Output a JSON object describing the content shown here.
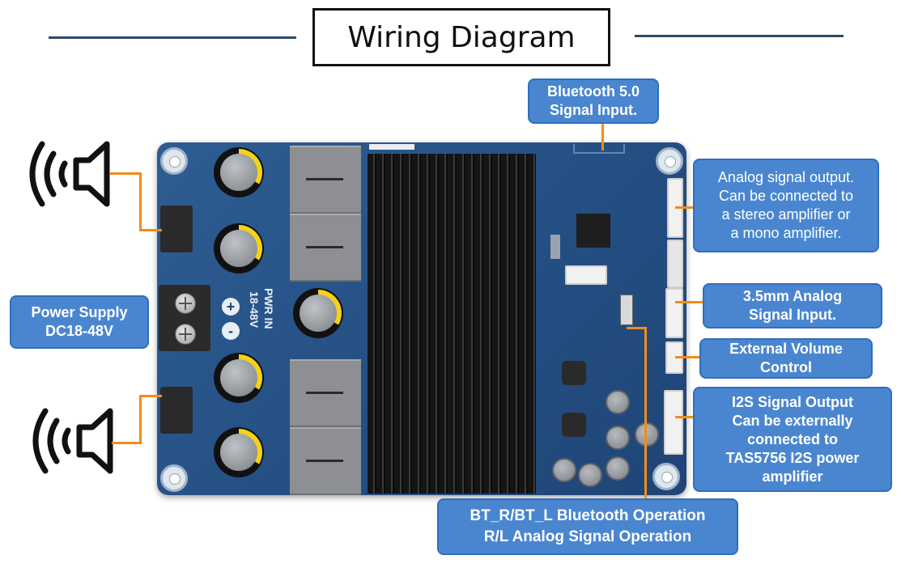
{
  "title": "Wiring Diagram",
  "colors": {
    "callout_fill": "#4a86d0",
    "callout_border": "#2f6fbe",
    "leader_line": "#f28c1a",
    "board_blue": "#244f83",
    "title_rule": "#2d4a66"
  },
  "icons": {
    "speaker_top": "speaker-icon",
    "speaker_bottom": "speaker-icon"
  },
  "board": {
    "power_label_line1": "PWR IN",
    "power_label_line2": "18-48V",
    "plus_sign": "+",
    "minus_sign": "-"
  },
  "callouts": {
    "bluetooth": [
      "Bluetooth 5.0",
      "Signal Input."
    ],
    "analog_output": [
      "Analog signal output.",
      "Can be connected to",
      "a stereo amplifier or",
      "a mono amplifier."
    ],
    "power_supply": [
      "Power Supply",
      "DC18-48V"
    ],
    "analog_input": [
      "3.5mm Analog",
      "Signal Input."
    ],
    "volume": [
      "External Volume",
      "Control"
    ],
    "i2s": [
      "I2S Signal Output",
      "Can be externally",
      "connected to",
      "TAS5756 I2S power",
      "amplifier"
    ],
    "bt_switch": [
      "BT_R/BT_L Bluetooth Operation",
      "R/L Analog Signal Operation"
    ]
  }
}
